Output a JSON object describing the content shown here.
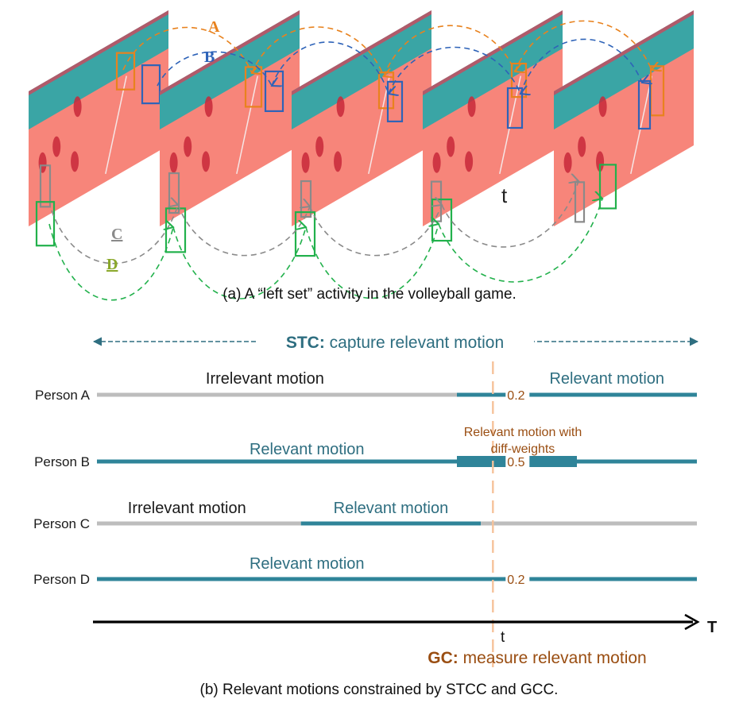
{
  "part_a": {
    "caption": "(a) A “left set” activity in the volleyball game.",
    "time_marker": "t",
    "frame_count": 5,
    "frames": [
      {
        "index": 1
      },
      {
        "index": 2
      },
      {
        "index": 3
      },
      {
        "index": 4,
        "is_time_t": true
      },
      {
        "index": 5
      }
    ],
    "tracks": [
      {
        "id": "A",
        "label": "A",
        "color": "#e8821e",
        "position": "top"
      },
      {
        "id": "B",
        "label": "B",
        "color": "#2e63b8",
        "position": "top"
      },
      {
        "id": "C",
        "label": "C",
        "color": "#8a8a8a",
        "position": "bottom"
      },
      {
        "id": "D",
        "label": "D",
        "color": "#22b14c",
        "position": "bottom"
      }
    ],
    "colors": {
      "court": "#f7857a",
      "stands": "#3aa5a5",
      "top_band": "#b05a6a"
    }
  },
  "part_b": {
    "caption": "(b) Relevant motions constrained by  STCC and GCC.",
    "stc": {
      "bold": "STC:",
      "text": " capture relevant motion"
    },
    "gc": {
      "bold": "GC:",
      "text": " measure relevant motion"
    },
    "axis_label": "T",
    "time_marker": "t",
    "time_marker_fraction": 0.66,
    "colors": {
      "relevant": "#2f8499",
      "irrelevant": "#bdbdbd",
      "weight_text": "#9a4e12",
      "time_line": "#f6c29a",
      "axis": "#000000"
    },
    "diff_weight_label_line1": "Relevant motion with",
    "diff_weight_label_line2": "diff-weights",
    "persons": [
      {
        "name": "Person A",
        "segments": [
          {
            "from": 0.0,
            "to": 0.6,
            "kind": "irrelevant"
          },
          {
            "from": 0.6,
            "to": 1.0,
            "kind": "relevant"
          }
        ],
        "weight": "0.2",
        "labels": [
          {
            "text": "Irrelevant motion",
            "kind": "irrelevant",
            "at": 0.28
          },
          {
            "text": "Relevant motion",
            "kind": "relevant",
            "at": 0.85
          }
        ]
      },
      {
        "name": "Person B",
        "segments": [
          {
            "from": 0.0,
            "to": 0.6,
            "kind": "relevant"
          },
          {
            "from": 0.6,
            "to": 0.8,
            "kind": "relevant",
            "thick": true
          },
          {
            "from": 0.8,
            "to": 1.0,
            "kind": "relevant"
          }
        ],
        "weight": "0.5",
        "labels": [
          {
            "text": "Relevant motion",
            "kind": "relevant",
            "at": 0.35
          }
        ]
      },
      {
        "name": "Person C",
        "segments": [
          {
            "from": 0.0,
            "to": 0.34,
            "kind": "irrelevant"
          },
          {
            "from": 0.34,
            "to": 0.64,
            "kind": "relevant"
          },
          {
            "from": 0.64,
            "to": 1.0,
            "kind": "irrelevant"
          }
        ],
        "weight": null,
        "labels": [
          {
            "text": "Irrelevant motion",
            "kind": "irrelevant",
            "at": 0.15
          },
          {
            "text": "Relevant motion",
            "kind": "relevant",
            "at": 0.49
          }
        ]
      },
      {
        "name": "Person D",
        "segments": [
          {
            "from": 0.0,
            "to": 1.0,
            "kind": "relevant"
          }
        ],
        "weight": "0.2",
        "labels": [
          {
            "text": "Relevant motion",
            "kind": "relevant",
            "at": 0.35
          }
        ]
      }
    ]
  }
}
